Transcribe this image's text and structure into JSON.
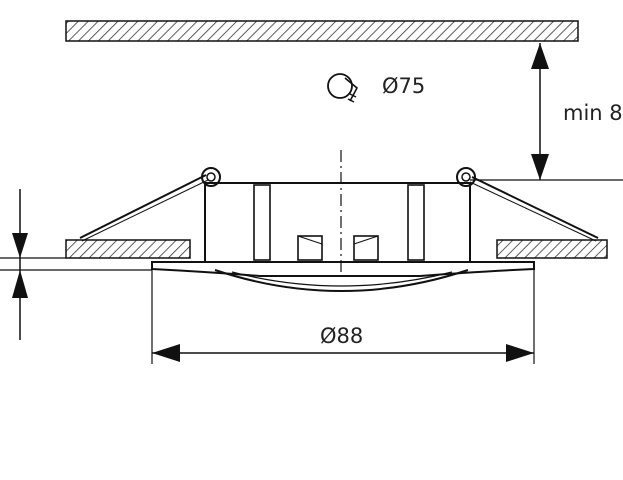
{
  "labels": {
    "cutout_diameter": "Ø75",
    "outer_diameter": "Ø88",
    "min_depth": "min 8"
  },
  "icons": {
    "drill": "drill-hole-icon"
  },
  "colors": {
    "line": "#111111",
    "hatch": "#333333",
    "background": "#ffffff"
  }
}
